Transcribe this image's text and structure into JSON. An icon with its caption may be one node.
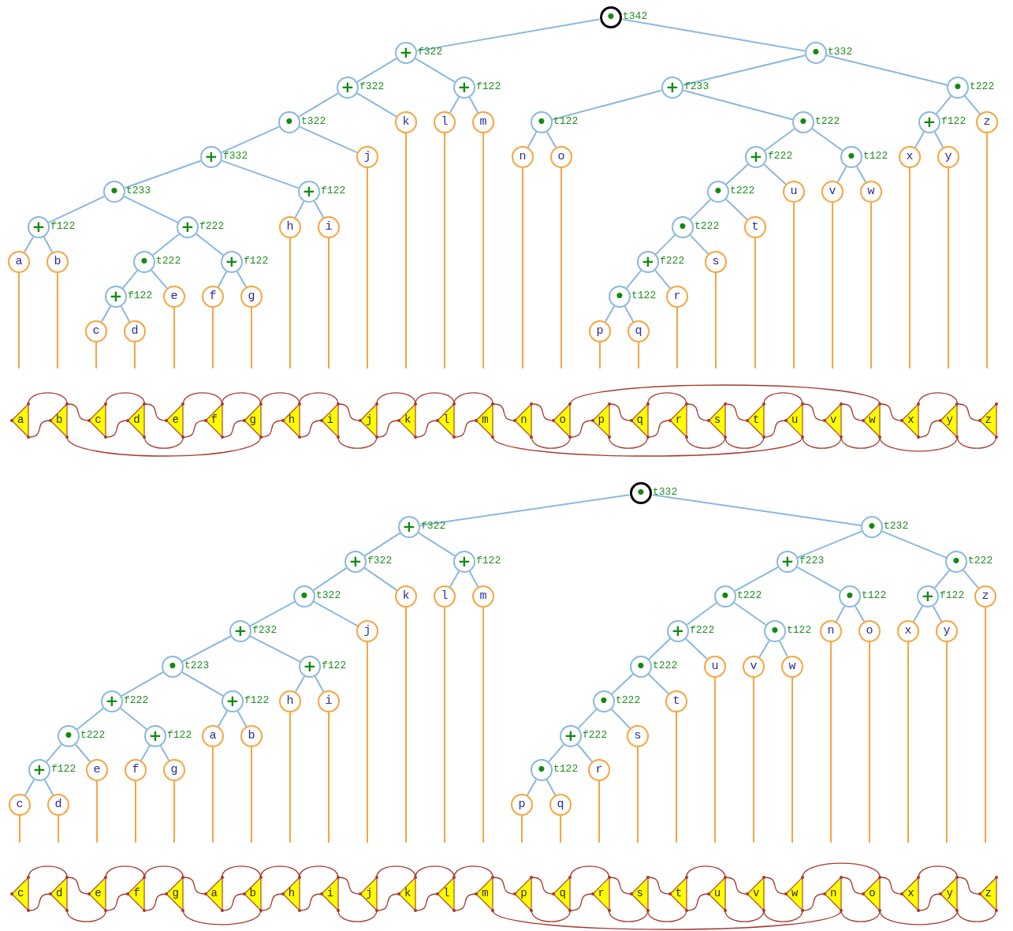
{
  "diagram": {
    "nodes": [
      {
        "text": [
          "•"
        ],
        "beside": [
          "t342"
        ]
      },
      {
        "text": [
          "+"
        ],
        "beside": [
          "f322"
        ]
      },
      {
        "text": [
          "+"
        ],
        "beside": [
          "f322"
        ]
      },
      {
        "text": [
          "•"
        ],
        "beside": [
          "t322"
        ]
      },
      {
        "text": [
          "+"
        ],
        "beside": [
          "f332"
        ]
      },
      {
        "text": [
          "•"
        ],
        "beside": [
          "t233"
        ]
      },
      {
        "text": [
          "+"
        ],
        "beside": [
          "f122"
        ]
      },
      {
        "text": [
          "a"
        ]
      },
      {
        "text": [
          "b"
        ]
      },
      {
        "text": [
          "+"
        ],
        "beside": [
          "f222"
        ]
      },
      {
        "text": [
          "•"
        ],
        "beside": [
          "t222"
        ]
      },
      {
        "text": [
          "+"
        ],
        "beside": [
          "f122"
        ]
      },
      {
        "text": [
          "c"
        ]
      },
      {
        "text": [
          "d"
        ]
      },
      {
        "text": [
          "e"
        ]
      },
      {
        "text": [
          "+"
        ],
        "beside": [
          "f122"
        ]
      },
      {
        "text": [
          "f"
        ]
      },
      {
        "text": [
          "g"
        ]
      },
      {
        "text": [
          "+"
        ],
        "beside": [
          "f122"
        ]
      },
      {
        "text": [
          "h"
        ]
      },
      {
        "text": [
          "i"
        ]
      },
      {
        "text": [
          "j"
        ]
      },
      {
        "text": [
          "k"
        ]
      },
      {
        "text": [
          "+"
        ],
        "beside": [
          "f122"
        ]
      },
      {
        "text": [
          "l"
        ]
      },
      {
        "text": [
          "m"
        ]
      },
      {
        "text": [
          "•"
        ],
        "beside": [
          "t332"
        ]
      },
      {
        "text": [
          "+"
        ],
        "beside": [
          "f233"
        ]
      },
      {
        "text": [
          "•"
        ],
        "beside": [
          "t122"
        ]
      },
      {
        "text": [
          "n"
        ]
      },
      {
        "text": [
          "o"
        ]
      },
      {
        "text": [
          "•"
        ],
        "beside": [
          "t222"
        ]
      },
      {
        "text": [
          "+"
        ],
        "beside": [
          "f222"
        ]
      },
      {
        "text": [
          "•"
        ],
        "beside": [
          "t222"
        ]
      },
      {
        "text": [
          "•"
        ],
        "beside": [
          "t222"
        ]
      },
      {
        "text": [
          "+"
        ],
        "beside": [
          "f222"
        ]
      },
      {
        "text": [
          "•"
        ],
        "beside": [
          "t122"
        ]
      },
      {
        "text": [
          "p"
        ]
      },
      {
        "text": [
          "q"
        ]
      },
      {
        "text": [
          "r"
        ]
      },
      {
        "text": [
          "s"
        ]
      },
      {
        "text": [
          "t"
        ]
      },
      {
        "text": [
          "u"
        ]
      },
      {
        "text": [
          "•"
        ],
        "beside": [
          "t122"
        ]
      },
      {
        "text": [
          "v"
        ]
      },
      {
        "text": [
          "w"
        ]
      },
      {
        "text": [
          "•"
        ],
        "beside": [
          "t222"
        ]
      },
      {
        "text": [
          "+"
        ],
        "beside": [
          "f122"
        ]
      },
      {
        "text": [
          "x"
        ]
      },
      {
        "text": [
          "y"
        ]
      },
      {
        "text": [
          "z"
        ]
      },
      {
        "text": [
          "a"
        ]
      },
      {
        "text": [
          "b"
        ]
      },
      {
        "text": [
          "c"
        ]
      },
      {
        "text": [
          "d"
        ]
      },
      {
        "text": [
          "e"
        ]
      },
      {
        "text": [
          "f"
        ]
      },
      {
        "text": [
          "g"
        ]
      },
      {
        "text": [
          "h"
        ]
      },
      {
        "text": [
          "i"
        ]
      },
      {
        "text": [
          "j"
        ]
      },
      {
        "text": [
          "k"
        ]
      },
      {
        "text": [
          "l"
        ]
      },
      {
        "text": [
          "m"
        ]
      },
      {
        "text": [
          "n"
        ]
      },
      {
        "text": [
          "o"
        ]
      },
      {
        "text": [
          "p"
        ]
      },
      {
        "text": [
          "q"
        ]
      },
      {
        "text": [
          "r"
        ]
      },
      {
        "text": [
          "s"
        ]
      },
      {
        "text": [
          "t"
        ]
      },
      {
        "text": [
          "u"
        ]
      },
      {
        "text": [
          "v"
        ]
      },
      {
        "text": [
          "w"
        ]
      },
      {
        "text": [
          "x"
        ]
      },
      {
        "text": [
          "y"
        ]
      },
      {
        "text": [
          "z"
        ]
      },
      {
        "text": [
          "•"
        ],
        "beside": [
          "t332"
        ]
      },
      {
        "text": [
          "+"
        ],
        "beside": [
          "f322"
        ]
      },
      {
        "text": [
          "+"
        ],
        "beside": [
          "f322"
        ]
      },
      {
        "text": [
          "•"
        ],
        "beside": [
          "t322"
        ]
      },
      {
        "text": [
          "+"
        ],
        "beside": [
          "f232"
        ]
      },
      {
        "text": [
          "•"
        ],
        "beside": [
          "t223"
        ]
      },
      {
        "text": [
          "+"
        ],
        "beside": [
          "f222"
        ]
      },
      {
        "text": [
          "•"
        ],
        "beside": [
          "t222"
        ]
      },
      {
        "text": [
          "+"
        ],
        "beside": [
          "f122"
        ]
      },
      {
        "text": [
          "c"
        ]
      },
      {
        "text": [
          "d"
        ]
      },
      {
        "text": [
          "e"
        ]
      },
      {
        "text": [
          "+"
        ],
        "beside": [
          "f122"
        ]
      },
      {
        "text": [
          "f"
        ]
      },
      {
        "text": [
          "g"
        ]
      },
      {
        "text": [
          "+"
        ],
        "beside": [
          "f122"
        ]
      },
      {
        "text": [
          "a"
        ]
      },
      {
        "text": [
          "b"
        ]
      },
      {
        "text": [
          "+"
        ],
        "beside": [
          "f122"
        ]
      },
      {
        "text": [
          "h"
        ]
      },
      {
        "text": [
          "i"
        ]
      },
      {
        "text": [
          "j"
        ]
      },
      {
        "text": [
          "k"
        ]
      },
      {
        "text": [
          "+"
        ],
        "beside": [
          "f122"
        ]
      },
      {
        "text": [
          "l"
        ]
      },
      {
        "text": [
          "m"
        ]
      },
      {
        "text": [
          "•"
        ],
        "beside": [
          "t232"
        ]
      },
      {
        "text": [
          "+"
        ],
        "beside": [
          "f223"
        ]
      },
      {
        "text": [
          "•"
        ],
        "beside": [
          "t222"
        ]
      },
      {
        "text": [
          "+"
        ],
        "beside": [
          "f222"
        ]
      },
      {
        "text": [
          "•"
        ],
        "beside": [
          "t222"
        ]
      },
      {
        "text": [
          "•"
        ],
        "beside": [
          "t222"
        ]
      },
      {
        "text": [
          "+"
        ],
        "beside": [
          "f222"
        ]
      },
      {
        "text": [
          "•"
        ],
        "beside": [
          "t122"
        ]
      },
      {
        "text": [
          "p"
        ]
      },
      {
        "text": [
          "q"
        ]
      },
      {
        "text": [
          "r"
        ]
      },
      {
        "text": [
          "s"
        ]
      },
      {
        "text": [
          "t"
        ]
      },
      {
        "text": [
          "u"
        ]
      },
      {
        "text": [
          "•"
        ],
        "beside": [
          "t122"
        ]
      },
      {
        "text": [
          "v"
        ]
      },
      {
        "text": [
          "w"
        ]
      },
      {
        "text": [
          "•"
        ],
        "beside": [
          "t122"
        ]
      },
      {
        "text": [
          "n"
        ]
      },
      {
        "text": [
          "o"
        ]
      },
      {
        "text": [
          "•"
        ],
        "beside": [
          "t222"
        ]
      },
      {
        "text": [
          "+"
        ],
        "beside": [
          "f122"
        ]
      },
      {
        "text": [
          "x"
        ]
      },
      {
        "text": [
          "y"
        ]
      },
      {
        "text": [
          "z"
        ]
      },
      {
        "text": [
          "c"
        ]
      },
      {
        "text": [
          "d"
        ]
      },
      {
        "text": [
          "e"
        ]
      },
      {
        "text": [
          "f"
        ]
      },
      {
        "text": [
          "g"
        ]
      },
      {
        "text": [
          "a"
        ]
      },
      {
        "text": [
          "b"
        ]
      },
      {
        "text": [
          "h"
        ]
      },
      {
        "text": [
          "i"
        ]
      },
      {
        "text": [
          "j"
        ]
      },
      {
        "text": [
          "k"
        ]
      },
      {
        "text": [
          "l"
        ]
      },
      {
        "text": [
          "m"
        ]
      },
      {
        "text": [
          "p"
        ]
      },
      {
        "text": [
          "q"
        ]
      },
      {
        "text": [
          "r"
        ]
      },
      {
        "text": [
          "s"
        ]
      },
      {
        "text": [
          "t"
        ]
      },
      {
        "text": [
          "u"
        ]
      },
      {
        "text": [
          "v"
        ]
      },
      {
        "text": [
          "w"
        ]
      },
      {
        "text": [
          "n"
        ]
      },
      {
        "text": [
          "o"
        ]
      },
      {
        "text": [
          "x"
        ]
      },
      {
        "text": [
          "y"
        ]
      },
      {
        "text": [
          "z"
        ]
      }
    ],
    "edges": [
      {
        "from": 0,
        "to": 1,
        "arrow": "none"
      },
      {
        "from": 1,
        "to": 2,
        "arrow": "none"
      },
      {
        "from": 2,
        "to": 3,
        "arrow": "none"
      },
      {
        "from": 3,
        "to": 4,
        "arrow": "none"
      },
      {
        "from": 4,
        "to": 5,
        "arrow": "none"
      },
      {
        "from": 5,
        "to": 6,
        "arrow": "none"
      },
      {
        "from": 6,
        "to": 7,
        "arrow": "none"
      },
      {
        "from": 6,
        "to": 8,
        "arrow": "none"
      },
      {
        "from": 5,
        "to": 9,
        "arrow": "none"
      },
      {
        "from": 9,
        "to": 10,
        "arrow": "none"
      },
      {
        "from": 10,
        "to": 11,
        "arrow": "none"
      },
      {
        "from": 11,
        "to": 12,
        "arrow": "none"
      },
      {
        "from": 11,
        "to": 13,
        "arrow": "none"
      },
      {
        "from": 10,
        "to": 14,
        "arrow": "none"
      },
      {
        "from": 9,
        "to": 15,
        "arrow": "none"
      },
      {
        "from": 15,
        "to": 16,
        "arrow": "none"
      },
      {
        "from": 15,
        "to": 17,
        "arrow": "none"
      },
      {
        "from": 4,
        "to": 18,
        "arrow": "none"
      },
      {
        "from": 18,
        "to": 19,
        "arrow": "none"
      },
      {
        "from": 18,
        "to": 20,
        "arrow": "none"
      },
      {
        "from": 3,
        "to": 21,
        "arrow": "none"
      },
      {
        "from": 2,
        "to": 22,
        "arrow": "none"
      },
      {
        "from": 1,
        "to": 23,
        "arrow": "none"
      },
      {
        "from": 23,
        "to": 24,
        "arrow": "none"
      },
      {
        "from": 23,
        "to": 25,
        "arrow": "none"
      },
      {
        "from": 0,
        "to": 26,
        "arrow": "none"
      },
      {
        "from": 26,
        "to": 27,
        "arrow": "none"
      },
      {
        "from": 27,
        "to": 28,
        "arrow": "none"
      },
      {
        "from": 28,
        "to": 29,
        "arrow": "none"
      },
      {
        "from": 28,
        "to": 30,
        "arrow": "none"
      },
      {
        "from": 27,
        "to": 31,
        "arrow": "none"
      },
      {
        "from": 31,
        "to": 32,
        "arrow": "none"
      },
      {
        "from": 32,
        "to": 33,
        "arrow": "none"
      },
      {
        "from": 33,
        "to": 34,
        "arrow": "none"
      },
      {
        "from": 34,
        "to": 35,
        "arrow": "none"
      },
      {
        "from": 35,
        "to": 36,
        "arrow": "none"
      },
      {
        "from": 36,
        "to": 37,
        "arrow": "none"
      },
      {
        "from": 36,
        "to": 38,
        "arrow": "none"
      },
      {
        "from": 35,
        "to": 39,
        "arrow": "none"
      },
      {
        "from": 34,
        "to": 40,
        "arrow": "none"
      },
      {
        "from": 33,
        "to": 41,
        "arrow": "none"
      },
      {
        "from": 32,
        "to": 42,
        "arrow": "none"
      },
      {
        "from": 31,
        "to": 43,
        "arrow": "none"
      },
      {
        "from": 43,
        "to": 44,
        "arrow": "none"
      },
      {
        "from": 43,
        "to": 45,
        "arrow": "none"
      },
      {
        "from": 26,
        "to": 46,
        "arrow": "none"
      },
      {
        "from": 46,
        "to": 47,
        "arrow": "none"
      },
      {
        "from": 47,
        "to": 48,
        "arrow": "none"
      },
      {
        "from": 47,
        "to": 49,
        "arrow": "none"
      },
      {
        "from": 46,
        "to": 50,
        "arrow": "none"
      },
      {
        "from": 7,
        "to": null,
        "arrow": "none",
        "color": "#f7a541"
      },
      {
        "from": 8,
        "to": null,
        "arrow": "none",
        "color": "#f7a541"
      },
      {
        "from": 12,
        "to": null,
        "arrow": "none",
        "color": "#f7a541"
      },
      {
        "from": 13,
        "to": null,
        "arrow": "none",
        "color": "#f7a541"
      },
      {
        "from": 14,
        "to": null,
        "arrow": "none",
        "color": "#f7a541"
      },
      {
        "from": 16,
        "to": null,
        "arrow": "none",
        "color": "#f7a541"
      },
      {
        "from": 17,
        "to": null,
        "arrow": "none",
        "color": "#f7a541"
      },
      {
        "from": 19,
        "to": null,
        "arrow": "none",
        "color": "#f7a541"
      },
      {
        "from": 20,
        "to": null,
        "arrow": "none",
        "color": "#f7a541"
      },
      {
        "from": 21,
        "to": null,
        "arrow": "none",
        "color": "#f7a541"
      },
      {
        "from": 22,
        "to": null,
        "arrow": "none",
        "color": "#f7a541"
      },
      {
        "from": 24,
        "to": null,
        "arrow": "none",
        "color": "#f7a541"
      },
      {
        "from": 25,
        "to": null,
        "arrow": "none",
        "color": "#f7a541"
      },
      {
        "from": 29,
        "to": null,
        "arrow": "none",
        "color": "#f7a541"
      },
      {
        "from": 30,
        "to": null,
        "arrow": "none",
        "color": "#f7a541"
      },
      {
        "from": 37,
        "to": null,
        "arrow": "none",
        "color": "#f7a541"
      },
      {
        "from": 38,
        "to": null,
        "arrow": "none",
        "color": "#f7a541"
      },
      {
        "from": 39,
        "to": null,
        "arrow": "none",
        "color": "#f7a541"
      },
      {
        "from": 40,
        "to": null,
        "arrow": "none",
        "color": "#f7a541"
      },
      {
        "from": 41,
        "to": null,
        "arrow": "none",
        "color": "#f7a541"
      },
      {
        "from": 42,
        "to": null,
        "arrow": "none",
        "color": "#f7a541"
      },
      {
        "from": 44,
        "to": null,
        "arrow": "none",
        "color": "#f7a541"
      },
      {
        "from": 45,
        "to": null,
        "arrow": "none",
        "color": "#f7a541"
      },
      {
        "from": 48,
        "to": null,
        "arrow": "none",
        "color": "#f7a541"
      },
      {
        "from": 49,
        "to": null,
        "arrow": "none",
        "color": "#f7a541"
      },
      {
        "from": 50,
        "to": null,
        "arrow": "none",
        "color": "#f7a541"
      },
      {
        "from": 51,
        "to": 52,
        "arrow": "none",
        "color": "#a83a2c"
      },
      {
        "from": 51,
        "to": 52,
        "arrow": "none",
        "color": "#a83a2c"
      },
      {
        "from": 52,
        "to": 53,
        "arrow": "none",
        "color": "#a83a2c"
      },
      {
        "from": 52,
        "to": 57,
        "arrow": "none",
        "color": "#a83a2c"
      },
      {
        "from": 53,
        "to": 54,
        "arrow": "none",
        "color": "#a83a2c"
      },
      {
        "from": 53,
        "to": 54,
        "arrow": "none",
        "color": "#a83a2c"
      },
      {
        "from": 54,
        "to": 55,
        "arrow": "none",
        "color": "#a83a2c"
      },
      {
        "from": 54,
        "to": 55,
        "arrow": "none",
        "color": "#a83a2c"
      },
      {
        "from": 55,
        "to": 56,
        "arrow": "none",
        "color": "#a83a2c"
      },
      {
        "from": 55,
        "to": 56,
        "arrow": "none",
        "color": "#a83a2c"
      },
      {
        "from": 56,
        "to": 57,
        "arrow": "none",
        "color": "#a83a2c"
      },
      {
        "from": 56,
        "to": 57,
        "arrow": "none",
        "color": "#a83a2c"
      },
      {
        "from": 57,
        "to": 58,
        "arrow": "none",
        "color": "#a83a2c"
      },
      {
        "from": 57,
        "to": 58,
        "arrow": "none",
        "color": "#a83a2c"
      },
      {
        "from": 58,
        "to": 59,
        "arrow": "none",
        "color": "#a83a2c"
      },
      {
        "from": 58,
        "to": 59,
        "arrow": "none",
        "color": "#a83a2c"
      },
      {
        "from": 59,
        "to": 60,
        "arrow": "none",
        "color": "#a83a2c"
      },
      {
        "from": 59,
        "to": 60,
        "arrow": "none",
        "color": "#a83a2c"
      },
      {
        "from": 60,
        "to": 61,
        "arrow": "none",
        "color": "#a83a2c"
      },
      {
        "from": 60,
        "to": 61,
        "arrow": "none",
        "color": "#a83a2c"
      },
      {
        "from": 61,
        "to": 62,
        "arrow": "none",
        "color": "#a83a2c"
      },
      {
        "from": 61,
        "to": 62,
        "arrow": "none",
        "color": "#a83a2c"
      },
      {
        "from": 62,
        "to": 63,
        "arrow": "none",
        "color": "#a83a2c"
      },
      {
        "from": 62,
        "to": 63,
        "arrow": "none",
        "color": "#a83a2c"
      },
      {
        "from": 63,
        "to": 64,
        "arrow": "none",
        "color": "#a83a2c"
      },
      {
        "from": 63,
        "to": 71,
        "arrow": "none",
        "color": "#a83a2c"
      },
      {
        "from": 64,
        "to": 65,
        "arrow": "none",
        "color": "#a83a2c"
      },
      {
        "from": 64,
        "to": 65,
        "arrow": "none",
        "color": "#a83a2c"
      },
      {
        "from": 65,
        "to": 73,
        "arrow": "none",
        "color": "#a83a2c"
      },
      {
        "from": 65,
        "to": 66,
        "arrow": "none",
        "color": "#a83a2c"
      },
      {
        "from": 66,
        "to": 67,
        "arrow": "none",
        "color": "#a83a2c"
      },
      {
        "from": 66,
        "to": 67,
        "arrow": "none",
        "color": "#a83a2c"
      },
      {
        "from": 67,
        "to": 68,
        "arrow": "none",
        "color": "#a83a2c"
      },
      {
        "from": 67,
        "to": 68,
        "arrow": "none",
        "color": "#a83a2c"
      },
      {
        "from": 68,
        "to": 69,
        "arrow": "none",
        "color": "#a83a2c"
      },
      {
        "from": 68,
        "to": 69,
        "arrow": "none",
        "color": "#a83a2c"
      },
      {
        "from": 69,
        "to": 70,
        "arrow": "none",
        "color": "#a83a2c"
      },
      {
        "from": 69,
        "to": 70,
        "arrow": "none",
        "color": "#a83a2c"
      },
      {
        "from": 70,
        "to": 71,
        "arrow": "none",
        "color": "#a83a2c"
      },
      {
        "from": 70,
        "to": 71,
        "arrow": "none",
        "color": "#a83a2c"
      },
      {
        "from": 71,
        "to": 72,
        "arrow": "none",
        "color": "#a83a2c"
      },
      {
        "from": 71,
        "to": 72,
        "arrow": "none",
        "color": "#a83a2c"
      },
      {
        "from": 72,
        "to": 73,
        "arrow": "none",
        "color": "#a83a2c"
      },
      {
        "from": 72,
        "to": 73,
        "arrow": "none",
        "color": "#a83a2c"
      },
      {
        "from": 73,
        "to": 74,
        "arrow": "none",
        "color": "#a83a2c"
      },
      {
        "from": 73,
        "to": 75,
        "arrow": "none",
        "color": "#a83a2c"
      },
      {
        "from": 74,
        "to": 75,
        "arrow": "none",
        "color": "#a83a2c"
      },
      {
        "from": 74,
        "to": 75,
        "arrow": "none",
        "color": "#a83a2c"
      },
      {
        "from": 75,
        "to": 76,
        "arrow": "none",
        "color": "#a83a2c"
      },
      {
        "from": 75,
        "to": 76,
        "arrow": "none",
        "color": "#a83a2c"
      },
      {
        "from": 77,
        "to": 78,
        "arrow": "none"
      },
      {
        "from": 78,
        "to": 79,
        "arrow": "none"
      },
      {
        "from": 79,
        "to": 80,
        "arrow": "none"
      },
      {
        "from": 80,
        "to": 81,
        "arrow": "none"
      },
      {
        "from": 81,
        "to": 82,
        "arrow": "none"
      },
      {
        "from": 82,
        "to": 83,
        "arrow": "none"
      },
      {
        "from": 83,
        "to": 84,
        "arrow": "none"
      },
      {
        "from": 84,
        "to": 85,
        "arrow": "none"
      },
      {
        "from": 85,
        "to": 86,
        "arrow": "none"
      },
      {
        "from": 85,
        "to": 87,
        "arrow": "none"
      },
      {
        "from": 84,
        "to": 88,
        "arrow": "none"
      },
      {
        "from": 83,
        "to": 89,
        "arrow": "none"
      },
      {
        "from": 89,
        "to": 90,
        "arrow": "none"
      },
      {
        "from": 89,
        "to": 91,
        "arrow": "none"
      },
      {
        "from": 82,
        "to": 92,
        "arrow": "none"
      },
      {
        "from": 92,
        "to": 93,
        "arrow": "none"
      },
      {
        "from": 92,
        "to": 94,
        "arrow": "none"
      },
      {
        "from": 81,
        "to": 95,
        "arrow": "none"
      },
      {
        "from": 95,
        "to": 96,
        "arrow": "none"
      },
      {
        "from": 95,
        "to": 97,
        "arrow": "none"
      },
      {
        "from": 80,
        "to": 98,
        "arrow": "none"
      },
      {
        "from": 79,
        "to": 99,
        "arrow": "none"
      },
      {
        "from": 78,
        "to": 100,
        "arrow": "none"
      },
      {
        "from": 100,
        "to": 101,
        "arrow": "none"
      },
      {
        "from": 100,
        "to": 102,
        "arrow": "none"
      },
      {
        "from": 77,
        "to": 103,
        "arrow": "none"
      },
      {
        "from": 103,
        "to": 104,
        "arrow": "none"
      },
      {
        "from": 104,
        "to": 105,
        "arrow": "none"
      },
      {
        "from": 105,
        "to": 106,
        "arrow": "none"
      },
      {
        "from": 106,
        "to": 107,
        "arrow": "none"
      },
      {
        "from": 107,
        "to": 108,
        "arrow": "none"
      },
      {
        "from": 108,
        "to": 109,
        "arrow": "none"
      },
      {
        "from": 109,
        "to": 110,
        "arrow": "none"
      },
      {
        "from": 110,
        "to": 111,
        "arrow": "none"
      },
      {
        "from": 110,
        "to": 112,
        "arrow": "none"
      },
      {
        "from": 109,
        "to": 113,
        "arrow": "none"
      },
      {
        "from": 108,
        "to": 114,
        "arrow": "none"
      },
      {
        "from": 107,
        "to": 115,
        "arrow": "none"
      },
      {
        "from": 106,
        "to": 116,
        "arrow": "none"
      },
      {
        "from": 105,
        "to": 117,
        "arrow": "none"
      },
      {
        "from": 117,
        "to": 118,
        "arrow": "none"
      },
      {
        "from": 117,
        "to": 119,
        "arrow": "none"
      },
      {
        "from": 104,
        "to": 120,
        "arrow": "none"
      },
      {
        "from": 120,
        "to": 121,
        "arrow": "none"
      },
      {
        "from": 120,
        "to": 122,
        "arrow": "none"
      },
      {
        "from": 103,
        "to": 123,
        "arrow": "none"
      },
      {
        "from": 123,
        "to": 124,
        "arrow": "none"
      },
      {
        "from": 124,
        "to": 125,
        "arrow": "none"
      },
      {
        "from": 124,
        "to": 126,
        "arrow": "none"
      },
      {
        "from": 123,
        "to": 127,
        "arrow": "none"
      },
      {
        "from": 86,
        "to": null,
        "arrow": "none",
        "color": "#f7a541"
      },
      {
        "from": 87,
        "to": null,
        "arrow": "none",
        "color": "#f7a541"
      },
      {
        "from": 88,
        "to": null,
        "arrow": "none",
        "color": "#f7a541"
      },
      {
        "from": 90,
        "to": null,
        "arrow": "none",
        "color": "#f7a541"
      },
      {
        "from": 91,
        "to": null,
        "arrow": "none",
        "color": "#f7a541"
      },
      {
        "from": 93,
        "to": null,
        "arrow": "none",
        "color": "#f7a541"
      },
      {
        "from": 94,
        "to": null,
        "arrow": "none",
        "color": "#f7a541"
      },
      {
        "from": 96,
        "to": null,
        "arrow": "none",
        "color": "#f7a541"
      },
      {
        "from": 97,
        "to": null,
        "arrow": "none",
        "color": "#f7a541"
      },
      {
        "from": 98,
        "to": null,
        "arrow": "none",
        "color": "#f7a541"
      },
      {
        "from": 99,
        "to": null,
        "arrow": "none",
        "color": "#f7a541"
      },
      {
        "from": 101,
        "to": null,
        "arrow": "none",
        "color": "#f7a541"
      },
      {
        "from": 102,
        "to": null,
        "arrow": "none",
        "color": "#f7a541"
      },
      {
        "from": 111,
        "to": null,
        "arrow": "none",
        "color": "#f7a541"
      },
      {
        "from": 112,
        "to": null,
        "arrow": "none",
        "color": "#f7a541"
      },
      {
        "from": 113,
        "to": null,
        "arrow": "none",
        "color": "#f7a541"
      },
      {
        "from": 114,
        "to": null,
        "arrow": "none",
        "color": "#f7a541"
      },
      {
        "from": 115,
        "to": null,
        "arrow": "none",
        "color": "#f7a541"
      },
      {
        "from": 116,
        "to": null,
        "arrow": "none",
        "color": "#f7a541"
      },
      {
        "from": 118,
        "to": null,
        "arrow": "none",
        "color": "#f7a541"
      },
      {
        "from": 119,
        "to": null,
        "arrow": "none",
        "color": "#f7a541"
      },
      {
        "from": 121,
        "to": null,
        "arrow": "none",
        "color": "#f7a541"
      },
      {
        "from": 122,
        "to": null,
        "arrow": "none",
        "color": "#f7a541"
      },
      {
        "from": 125,
        "to": null,
        "arrow": "none",
        "color": "#f7a541"
      },
      {
        "from": 126,
        "to": null,
        "arrow": "none",
        "color": "#f7a541"
      },
      {
        "from": 127,
        "to": null,
        "arrow": "none",
        "color": "#f7a541"
      },
      {
        "from": 128,
        "to": 129,
        "arrow": "none",
        "color": "#a83a2c"
      },
      {
        "from": 128,
        "to": 129,
        "arrow": "none",
        "color": "#a83a2c"
      },
      {
        "from": 129,
        "to": 130,
        "arrow": "none",
        "color": "#a83a2c"
      },
      {
        "from": 129,
        "to": 130,
        "arrow": "none",
        "color": "#a83a2c"
      },
      {
        "from": 130,
        "to": 131,
        "arrow": "none",
        "color": "#a83a2c"
      },
      {
        "from": 130,
        "to": 131,
        "arrow": "none",
        "color": "#a83a2c"
      },
      {
        "from": 131,
        "to": 132,
        "arrow": "none",
        "color": "#a83a2c"
      },
      {
        "from": 131,
        "to": 132,
        "arrow": "none",
        "color": "#a83a2c"
      },
      {
        "from": 132,
        "to": 133,
        "arrow": "none",
        "color": "#a83a2c"
      },
      {
        "from": 132,
        "to": 134,
        "arrow": "none",
        "color": "#a83a2c"
      },
      {
        "from": 133,
        "to": 134,
        "arrow": "none",
        "color": "#a83a2c"
      },
      {
        "from": 133,
        "to": 134,
        "arrow": "none",
        "color": "#a83a2c"
      },
      {
        "from": 134,
        "to": 135,
        "arrow": "none",
        "color": "#a83a2c"
      },
      {
        "from": 134,
        "to": 135,
        "arrow": "none",
        "color": "#a83a2c"
      },
      {
        "from": 135,
        "to": 136,
        "arrow": "none",
        "color": "#a83a2c"
      },
      {
        "from": 135,
        "to": 136,
        "arrow": "none",
        "color": "#a83a2c"
      },
      {
        "from": 136,
        "to": 137,
        "arrow": "none",
        "color": "#a83a2c"
      },
      {
        "from": 136,
        "to": 137,
        "arrow": "none",
        "color": "#a83a2c"
      },
      {
        "from": 137,
        "to": 138,
        "arrow": "none",
        "color": "#a83a2c"
      },
      {
        "from": 137,
        "to": 138,
        "arrow": "none",
        "color": "#a83a2c"
      },
      {
        "from": 138,
        "to": 139,
        "arrow": "none",
        "color": "#a83a2c"
      },
      {
        "from": 138,
        "to": 139,
        "arrow": "none",
        "color": "#a83a2c"
      },
      {
        "from": 139,
        "to": 140,
        "arrow": "none",
        "color": "#a83a2c"
      },
      {
        "from": 139,
        "to": 140,
        "arrow": "none",
        "color": "#a83a2c"
      },
      {
        "from": 140,
        "to": 141,
        "arrow": "none",
        "color": "#a83a2c"
      },
      {
        "from": 140,
        "to": 149,
        "arrow": "none",
        "color": "#a83a2c"
      },
      {
        "from": 141,
        "to": 142,
        "arrow": "none",
        "color": "#a83a2c"
      },
      {
        "from": 141,
        "to": 142,
        "arrow": "none",
        "color": "#a83a2c"
      },
      {
        "from": 142,
        "to": 143,
        "arrow": "none",
        "color": "#a83a2c"
      },
      {
        "from": 142,
        "to": 143,
        "arrow": "none",
        "color": "#a83a2c"
      },
      {
        "from": 143,
        "to": 144,
        "arrow": "none",
        "color": "#a83a2c"
      },
      {
        "from": 143,
        "to": 144,
        "arrow": "none",
        "color": "#a83a2c"
      },
      {
        "from": 144,
        "to": 145,
        "arrow": "none",
        "color": "#a83a2c"
      },
      {
        "from": 144,
        "to": 145,
        "arrow": "none",
        "color": "#a83a2c"
      },
      {
        "from": 145,
        "to": 146,
        "arrow": "none",
        "color": "#a83a2c"
      },
      {
        "from": 145,
        "to": 146,
        "arrow": "none",
        "color": "#a83a2c"
      },
      {
        "from": 146,
        "to": 147,
        "arrow": "none",
        "color": "#a83a2c"
      },
      {
        "from": 146,
        "to": 147,
        "arrow": "none",
        "color": "#a83a2c"
      },
      {
        "from": 147,
        "to": 148,
        "arrow": "none",
        "color": "#a83a2c"
      },
      {
        "from": 147,
        "to": 148,
        "arrow": "none",
        "color": "#a83a2c"
      },
      {
        "from": 148,
        "to": 150,
        "arrow": "none",
        "color": "#a83a2c"
      },
      {
        "from": 148,
        "to": 149,
        "arrow": "none",
        "color": "#a83a2c"
      },
      {
        "from": 149,
        "to": 150,
        "arrow": "none",
        "color": "#a83a2c"
      },
      {
        "from": 149,
        "to": 150,
        "arrow": "none",
        "color": "#a83a2c"
      },
      {
        "from": 150,
        "to": 151,
        "arrow": "none",
        "color": "#a83a2c"
      },
      {
        "from": 150,
        "to": 152,
        "arrow": "none",
        "color": "#a83a2c"
      },
      {
        "from": 151,
        "to": 152,
        "arrow": "none",
        "color": "#a83a2c"
      },
      {
        "from": 151,
        "to": 152,
        "arrow": "none",
        "color": "#a83a2c"
      },
      {
        "from": 152,
        "to": 153,
        "arrow": "none",
        "color": "#a83a2c"
      },
      {
        "from": 152,
        "to": 153,
        "arrow": "none",
        "color": "#a83a2c"
      }
    ]
  }
}
